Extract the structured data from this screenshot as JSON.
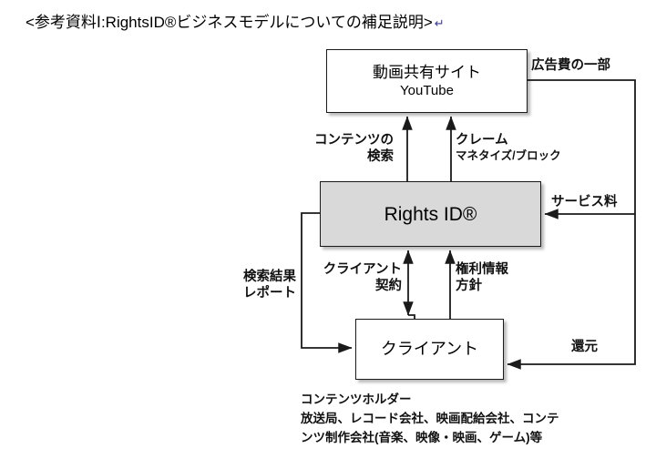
{
  "document": {
    "title": "<参考資料Ⅰ:RightsID®ビジネスモデルについての補足説明>",
    "paragraph_mark": "↵"
  },
  "nodes": {
    "youtube": {
      "line1": "動画共有サイト",
      "line2": "YouTube",
      "fill": "#ffffff"
    },
    "rightsid": {
      "line1": "Rights ID®",
      "fill": "#d9d9d9"
    },
    "client": {
      "line1": "クライアント",
      "fill": "#ffffff"
    }
  },
  "edge_labels": {
    "content_search": "コンテンツの\n検索",
    "content_search_l1": "コンテンツの",
    "content_search_l2": "検索",
    "claim_l1": "クレーム",
    "claim_l2": "マネタイズ/ブロック",
    "ad_fee": "広告費の一部",
    "service_fee": "サービス料",
    "search_report_l1": "検索結果",
    "search_report_l2": "レポート",
    "client_contract_l1": "クライアント",
    "client_contract_l2": "契約",
    "rights_info_l1": "権利情報",
    "rights_info_l2": "方針",
    "return": "還元"
  },
  "caption": {
    "line1": "コンテンツホルダー",
    "line2": "放送局、レコード会社、映画配給会社、コンテ",
    "line3": "ンツ制作会社(音楽、映像・映画、ゲーム)等"
  },
  "colors": {
    "line": "#1a1a1a",
    "text": "#000000",
    "node_fill_default": "#ffffff",
    "node_fill_highlight": "#d9d9d9",
    "background": "#ffffff"
  }
}
